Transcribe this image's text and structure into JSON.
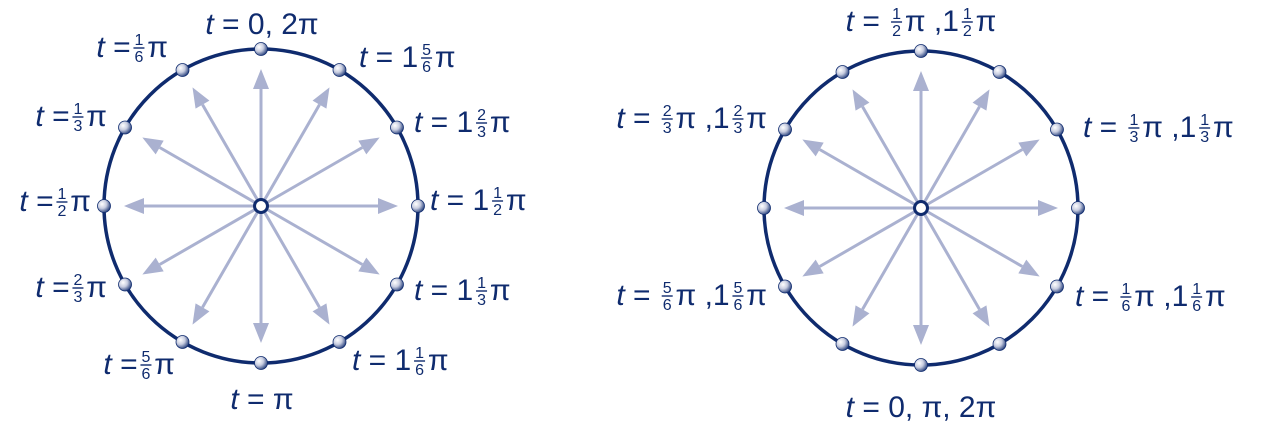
{
  "colors": {
    "circle": "#0f2b6e",
    "arrow": "#aab1d0",
    "text": "#0f2b6e",
    "dot_light": "#ffffff",
    "dot_dark": "#0f2b6e"
  },
  "left_diagram": {
    "labels": [
      {
        "name": "label-t-0-2pi",
        "parts": [
          {
            "t": "t",
            "italic": true
          },
          {
            "t": " = 0,  2π"
          }
        ]
      },
      {
        "name": "label-t-1-5-6-pi",
        "parts": [
          {
            "t": "t",
            "italic": true
          },
          {
            "t": " = 1"
          },
          {
            "f": [
              "5",
              "6"
            ]
          },
          {
            "t": "π"
          }
        ]
      },
      {
        "name": "label-t-1-2-3-pi",
        "parts": [
          {
            "t": "t",
            "italic": true
          },
          {
            "t": " = 1"
          },
          {
            "f": [
              "2",
              "3"
            ]
          },
          {
            "t": "π"
          }
        ]
      },
      {
        "name": "label-t-1-1-2-pi",
        "parts": [
          {
            "t": "t",
            "italic": true
          },
          {
            "t": " = 1"
          },
          {
            "f": [
              "1",
              "2"
            ]
          },
          {
            "t": "π"
          }
        ]
      },
      {
        "name": "label-t-1-1-3-pi",
        "parts": [
          {
            "t": "t",
            "italic": true
          },
          {
            "t": " = 1"
          },
          {
            "f": [
              "1",
              "3"
            ]
          },
          {
            "t": "π"
          }
        ]
      },
      {
        "name": "label-t-1-1-6-pi",
        "parts": [
          {
            "t": "t",
            "italic": true
          },
          {
            "t": " = 1"
          },
          {
            "f": [
              "1",
              "6"
            ]
          },
          {
            "t": "π"
          }
        ]
      },
      {
        "name": "label-t-pi",
        "parts": [
          {
            "t": "t",
            "italic": true
          },
          {
            "t": " = π"
          }
        ]
      },
      {
        "name": "label-t-5-6-pi",
        "parts": [
          {
            "t": "t",
            "italic": true
          },
          {
            "t": " ="
          },
          {
            "f": [
              "5",
              "6"
            ]
          },
          {
            "t": "π"
          }
        ]
      },
      {
        "name": "label-t-2-3-pi",
        "parts": [
          {
            "t": "t",
            "italic": true
          },
          {
            "t": " ="
          },
          {
            "f": [
              "2",
              "3"
            ]
          },
          {
            "t": "π"
          }
        ]
      },
      {
        "name": "label-t-1-2-pi",
        "parts": [
          {
            "t": "t",
            "italic": true
          },
          {
            "t": " ="
          },
          {
            "f": [
              "1",
              "2"
            ]
          },
          {
            "t": "π"
          }
        ]
      },
      {
        "name": "label-t-1-3-pi",
        "parts": [
          {
            "t": "t",
            "italic": true
          },
          {
            "t": " ="
          },
          {
            "f": [
              "1",
              "3"
            ]
          },
          {
            "t": "π"
          }
        ]
      },
      {
        "name": "label-t-1-6-pi",
        "parts": [
          {
            "t": "t",
            "italic": true
          },
          {
            "t": " ="
          },
          {
            "f": [
              "1",
              "6"
            ]
          },
          {
            "t": "π"
          }
        ]
      }
    ]
  },
  "right_diagram": {
    "labels": [
      {
        "name": "label-t-1-2-pi-1-1-2-pi",
        "parts": [
          {
            "t": "t",
            "italic": true
          },
          {
            "t": " = "
          },
          {
            "f": [
              "1",
              "2"
            ]
          },
          {
            "t": "π ,1"
          },
          {
            "f": [
              "1",
              "2"
            ]
          },
          {
            "t": "π"
          }
        ]
      },
      {
        "name": "label-t-1-3-pi-1-1-3-pi",
        "parts": [
          {
            "t": "t",
            "italic": true
          },
          {
            "t": " = "
          },
          {
            "f": [
              "1",
              "3"
            ]
          },
          {
            "t": "π ,1"
          },
          {
            "f": [
              "1",
              "3"
            ]
          },
          {
            "t": "π"
          }
        ]
      },
      {
        "name": "label-t-1-6-pi-1-1-6-pi",
        "parts": [
          {
            "t": "t",
            "italic": true
          },
          {
            "t": " = "
          },
          {
            "f": [
              "1",
              "6"
            ]
          },
          {
            "t": "π ,1"
          },
          {
            "f": [
              "1",
              "6"
            ]
          },
          {
            "t": "π"
          }
        ]
      },
      {
        "name": "label-t-0-pi-2pi",
        "parts": [
          {
            "t": "t",
            "italic": true
          },
          {
            "t": " = 0, π, 2π"
          }
        ]
      },
      {
        "name": "label-t-5-6-pi-1-5-6-pi",
        "parts": [
          {
            "t": "t",
            "italic": true
          },
          {
            "t": " = "
          },
          {
            "f": [
              "5",
              "6"
            ]
          },
          {
            "t": "π ,1"
          },
          {
            "f": [
              "5",
              "6"
            ]
          },
          {
            "t": "π"
          }
        ]
      },
      {
        "name": "label-t-2-3-pi-1-2-3-pi",
        "parts": [
          {
            "t": "t",
            "italic": true
          },
          {
            "t": " = "
          },
          {
            "f": [
              "2",
              "3"
            ]
          },
          {
            "t": "π ,1"
          },
          {
            "f": [
              "2",
              "3"
            ]
          },
          {
            "t": "π"
          }
        ]
      }
    ]
  }
}
